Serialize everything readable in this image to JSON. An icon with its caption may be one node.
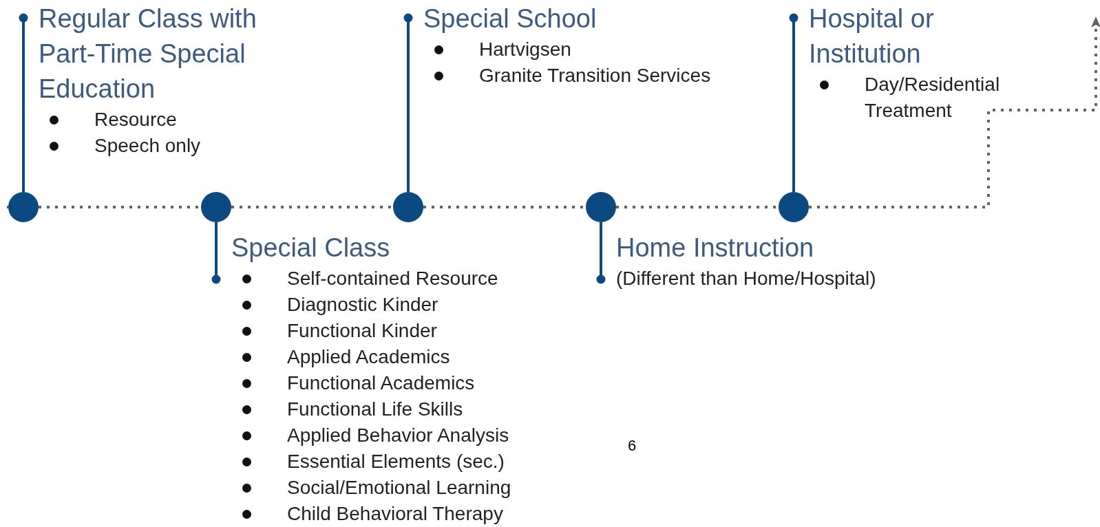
{
  "diagram": {
    "nodes": [
      {
        "text": [],
        "shape": "circle"
      },
      {
        "text": [],
        "shape": "circle"
      },
      {
        "text": [],
        "shape": "circle"
      },
      {
        "text": [],
        "shape": "circle"
      },
      {
        "text": [],
        "shape": "circle"
      },
      {
        "text": [
          "Regular Class with Part-Time Special Education",
          "Resource",
          "Speech only"
        ]
      },
      {
        "text": [
          "Special Class",
          "Self-contained Resource",
          "Diagnostic Kinder",
          "Functional Kinder",
          "Applied Academics",
          "Functional Academics",
          "Functional Life Skills",
          "Applied Behavior Analysis",
          "Essential Elements (sec.)",
          "Social/Emotional Learning",
          "Child Behavioral Therapy"
        ]
      },
      {
        "text": [
          "Special School",
          "Hartvigsen",
          "Granite Transition Services"
        ]
      },
      {
        "text": [
          "Home Instruction",
          "(Different than Home/Hospital)"
        ]
      },
      {
        "text": [
          "Hospital or Institution",
          "Day/Residential Treatment"
        ]
      }
    ],
    "edges": [
      {
        "from": 0,
        "to": 5,
        "arrow": "other"
      },
      {
        "from": 1,
        "to": 6,
        "arrow": "other"
      },
      {
        "from": 2,
        "to": 7,
        "arrow": "other"
      },
      {
        "from": 3,
        "to": 8,
        "arrow": "other"
      },
      {
        "from": 4,
        "to": 9,
        "arrow": "other"
      },
      {
        "from": 0,
        "to": 1,
        "arrow": "none",
        "style": "dashed",
        "color": "#5f6368"
      },
      {
        "from": 1,
        "to": 2,
        "arrow": "none",
        "style": "dashed",
        "color": "#5f6368"
      },
      {
        "from": 2,
        "to": 3,
        "arrow": "none",
        "style": "dashed",
        "color": "#5f6368"
      },
      {
        "from": 3,
        "to": 4,
        "arrow": "none",
        "style": "dashed",
        "color": "#5f6368"
      },
      {
        "from": 4,
        "to": null,
        "arrow": "to",
        "style": "dashed",
        "color": "#5f6368"
      }
    ],
    "labels": [
      "6"
    ]
  }
}
